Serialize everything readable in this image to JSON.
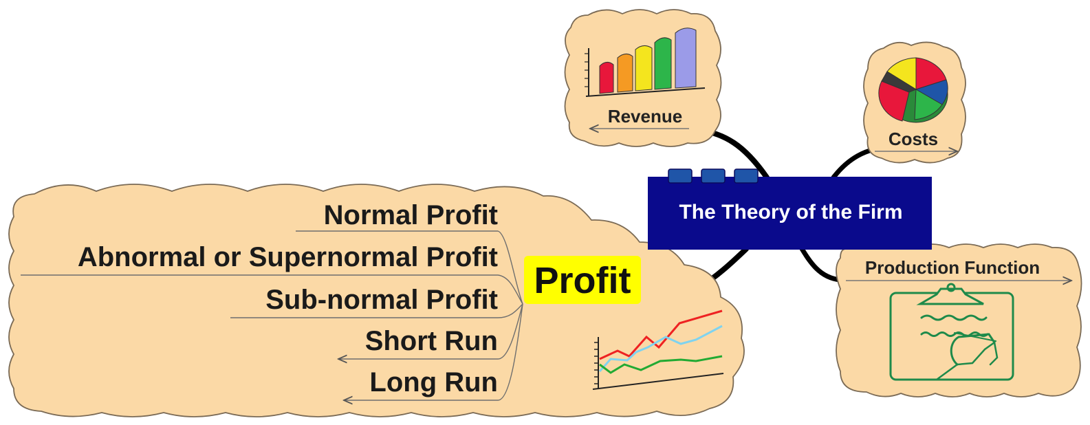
{
  "colors": {
    "cloud_fill": "#fbd9a6",
    "cloud_stroke": "#7a6a55",
    "central_fill": "#0a0a8c",
    "central_tabs": "#1f55a8",
    "central_text": "#ffffff",
    "profit_highlight": "#ffff00",
    "connector": "#000000"
  },
  "central": {
    "title": "The Theory of the Firm"
  },
  "topics": {
    "revenue": {
      "label": "Revenue",
      "icon": "bar-chart-icon"
    },
    "costs": {
      "label": "Costs",
      "icon": "pie-chart-icon"
    },
    "production": {
      "label": "Production Function",
      "icon": "clipboard-writing-icon"
    },
    "profit": {
      "label": "Profit",
      "icon": "line-chart-icon",
      "subtopics": [
        "Normal Profit",
        "Abnormal or Supernormal Profit",
        "Sub-normal Profit",
        "Short Run",
        "Long Run"
      ]
    }
  }
}
